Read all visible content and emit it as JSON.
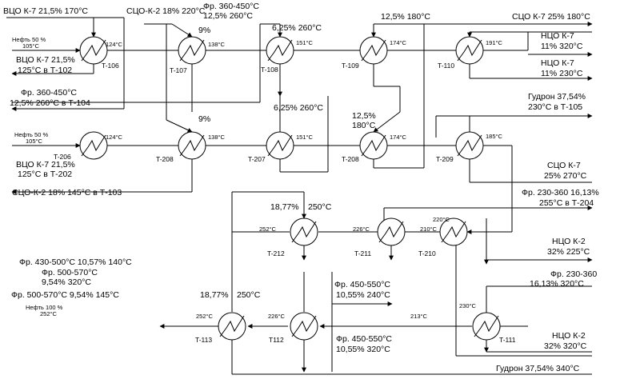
{
  "exchangers": [
    {
      "id": "T-106",
      "temp": "124°C"
    },
    {
      "id": "T-107",
      "temp": "138°C"
    },
    {
      "id": "T-108",
      "temp": "151°C"
    },
    {
      "id": "T-109",
      "temp": "174°C"
    },
    {
      "id": "T-110",
      "temp": "191°C"
    },
    {
      "id": "T-206",
      "temp": "124°C"
    },
    {
      "id": "T-208a",
      "label": "T-208",
      "temp": "138°C"
    },
    {
      "id": "T-207",
      "temp": "151°C"
    },
    {
      "id": "T-208",
      "temp": "174°C"
    },
    {
      "id": "T-209",
      "temp": "185°C"
    },
    {
      "id": "T-212",
      "temp": "252°C"
    },
    {
      "id": "T-211",
      "temp": "226°C"
    },
    {
      "id": "T-210",
      "temp": "210°C",
      "temp2": "220°C"
    },
    {
      "id": "T-113",
      "temp": "252°C"
    },
    {
      "id": "T112",
      "temp": "226°C"
    },
    {
      "id": "T-111",
      "temp": "213°C",
      "temp2": "230°C"
    }
  ],
  "labels": {
    "vco_k7_top": "ВЦО К-7 21,5% 170°С",
    "sco_k2_top": "СЦО-К-2 18% 220°С",
    "fr360_450_top_1": "Фр. 360-450°С",
    "fr360_450_top_2": "12,5% 260°С",
    "pct9_top": "9%",
    "pct625_top": "6,25% 260°С",
    "pct125_top": "12,5% 180°С",
    "sco_k7_top": "СЦО К-7 25% 180°С",
    "nco_k7_11_320_1": "НЦО К-7",
    "nco_k7_11_320_2": "11% 320°С",
    "nco_k7_11_230_1": "НЦО К-7",
    "nco_k7_11_230_2": "11% 230°С",
    "neft50_1_a": "Нефть 50 %",
    "neft50_1_b": "105°С",
    "vco_k7_to_t102_1": "ВЦО К-7 21,5%",
    "vco_k7_to_t102_2": "125°С в Т-102",
    "fr360_450_to_t104_1": "Фр. 360-450°С",
    "fr360_450_to_t104_2": "12,5% 260°С в Т-104",
    "pct625_mid": "6,25% 260°С",
    "gudron_to_t105_1": "Гудрон 37,54%",
    "gudron_to_t105_2": "230°С в Т-105",
    "pct9_mid": "9%",
    "pct125_mid_1": "12,5%",
    "pct125_mid_2": "180°С",
    "neft50_2_a": "Нефть 50 %",
    "neft50_2_b": "105°С",
    "vco_k7_to_t202_1": "ВЦО К-7 21,5%",
    "vco_k7_to_t202_2": "125°С в Т-202",
    "sco_k7_25_1": "СЦО К-7",
    "sco_k7_25_2": "25% 270°С",
    "sco_k2_to_t103": "СЦО-К-2 18% 145°С в Т-103",
    "fr230_360_to_t204_1": "Фр. 230-360 16,13%",
    "fr230_360_to_t204_2": "255°С в Т-204",
    "pct1877_a": "18,77%",
    "t250_a": "250°С",
    "nco_k2_225_1": "НЦО К-2",
    "nco_k2_225_2": "32% 225°С",
    "fr430_500": "Фр. 430-500°С 10,57% 140°С",
    "fr500_570_1": "Фр. 500-570°С",
    "fr500_570_2": "9,54% 320°С",
    "fr230_360_out_1": "Фр. 230-360",
    "fr230_360_out_2": "16,13% 320°С",
    "fr500_570_145": "Фр. 500-570°С 9,54% 145°С",
    "fr450_550_240_1": "Фр. 450-550°С",
    "fr450_550_240_2": "10,55% 240°С",
    "pct1877_b": "18,77%",
    "t250_b": "250°С",
    "neft100_a": "Нефть 100 %",
    "neft100_b": "252°С",
    "fr450_550_320_1": "Фр. 450-550°С",
    "fr450_550_320_2": "10,55% 320°С",
    "nco_k2_320_1": "НЦО К-2",
    "nco_k2_320_2": "32% 320°С",
    "gudron_340": "Гудрон 37,54% 340°С"
  }
}
